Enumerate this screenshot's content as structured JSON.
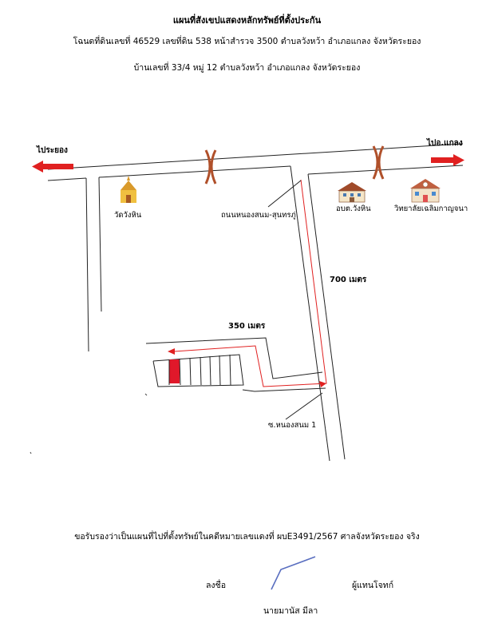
{
  "header": {
    "title": "แผนที่สังเขปแสดงหลักทรัพย์ที่ตั้งประกัน",
    "deed_line": "โฉนดที่ดินเลขที่ 46529  เลขที่ดิน 538 หน้าสำรวจ 3500  ตำบลวังหว้า  อำเภอแกลง  จังหวัดระยอง",
    "address_line": "บ้านเลขที่ 33/4  หมู่ 12  ตำบลวังหว้า  อำเภอแกลง  จังหวัดระยอง"
  },
  "map": {
    "to_rayong": "ไประยอง",
    "to_klaeng": "ไปอ.แกลง",
    "temple": "วัดวังหิน",
    "road_name": "ถนนหนองสนม-สุนทรภู่",
    "sao_office": "อบต.วังหิน",
    "college": "วิทยาลัยเฉลิมกาญจนา",
    "dist_700": "700 เมตร",
    "dist_350": "350 เมตร",
    "soi": "ซ.หนองสนม 1",
    "colors": {
      "route": "#e02020",
      "arrow": "#e02020",
      "target": "#e0182a",
      "bridge": "#b0502a",
      "signature": "#5a6fc0"
    }
  },
  "footer": {
    "certify": "ขอรับรองว่าเป็นแผนที่ไปที่ตั้งทรัพย์ในคดีหมายเลขแดงที่ ผบE3491/2567 ศาลจังหวัดระยอง จริง",
    "sign_label": "ลงชื่อ",
    "role": "ผู้แทนโจทก์",
    "name": "นายมานัส   มีลา"
  }
}
